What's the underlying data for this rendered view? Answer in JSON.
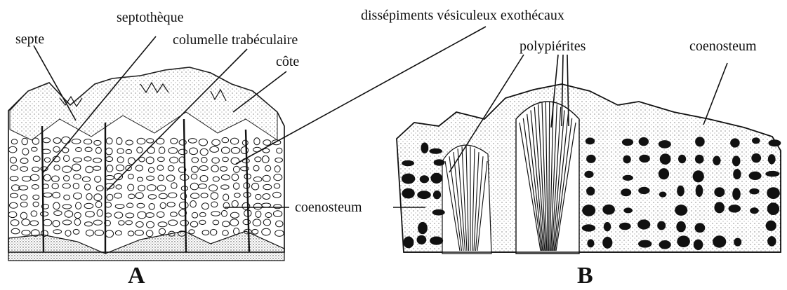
{
  "figure": {
    "panel_a": {
      "letter": "A",
      "labels": {
        "septe": "septe",
        "septotheque": "septothèque",
        "columelle": "columelle trabéculaire",
        "cote": "côte",
        "coenosteum": "coenosteum"
      }
    },
    "panel_b": {
      "letter": "B",
      "labels": {
        "polypierites": "polypiérites",
        "coenosteum": "coenosteum"
      }
    },
    "shared_labels": {
      "dissepiments": "dissépiments vésiculeux exothécaux"
    },
    "colors": {
      "ink": "#111111",
      "stipple": "#555555",
      "background": "#ffffff"
    }
  }
}
